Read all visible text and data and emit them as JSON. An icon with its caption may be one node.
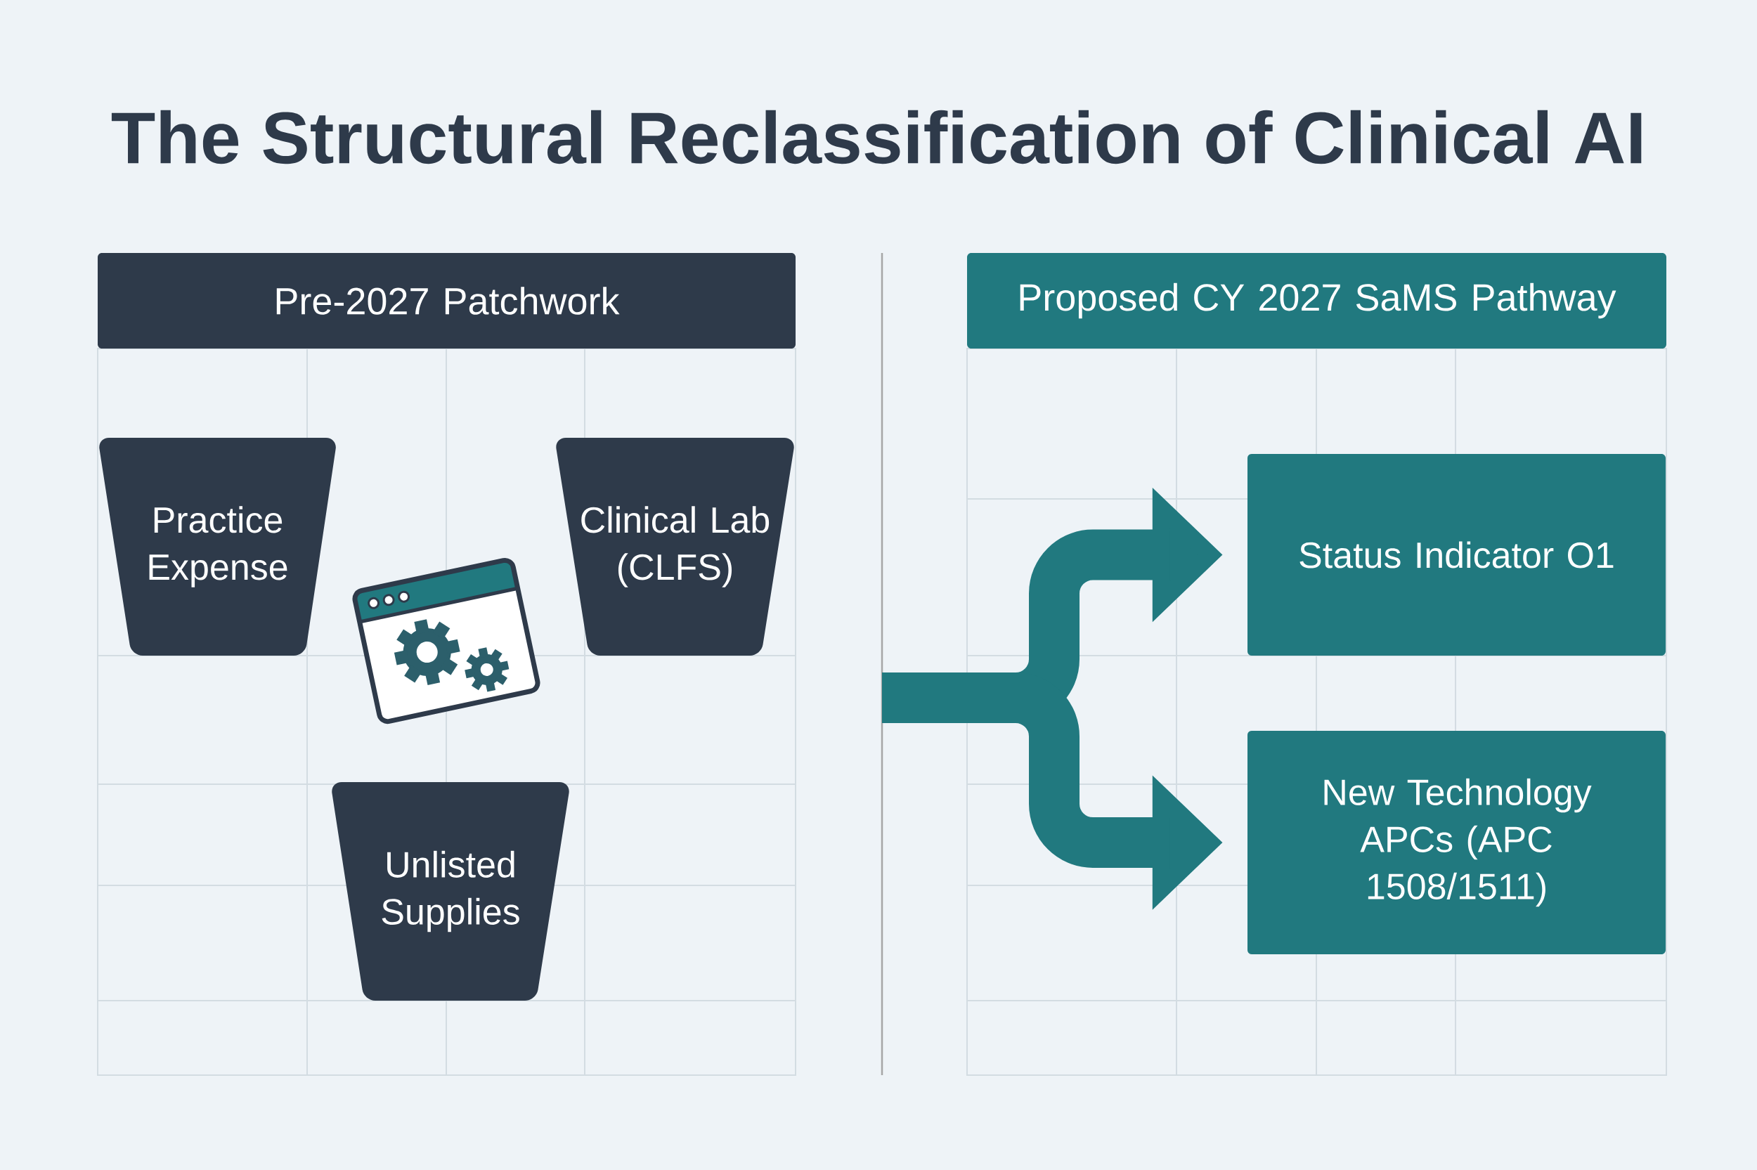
{
  "diagram": {
    "title": "The Structural Reclassification of Clinical AI",
    "nodes": [
      {
        "text": [
          "Pre-2027 Patchwork"
        ]
      },
      {
        "text": [
          "Practice Expense"
        ]
      },
      {
        "text": [
          "Clinical Lab (CLFS)"
        ]
      },
      {
        "text": [
          "Unlisted Supplies"
        ]
      },
      {
        "text": [
          "Proposed CY 2027 SaMS Pathway"
        ]
      },
      {
        "text": [
          "Status Indicator O1"
        ]
      },
      {
        "text": [
          "New Technology APCs (APC 1508/1511)"
        ]
      }
    ],
    "edges": [
      {
        "from": null,
        "to": 5,
        "arrow": "to"
      },
      {
        "from": null,
        "to": 6,
        "arrow": "to"
      }
    ]
  }
}
